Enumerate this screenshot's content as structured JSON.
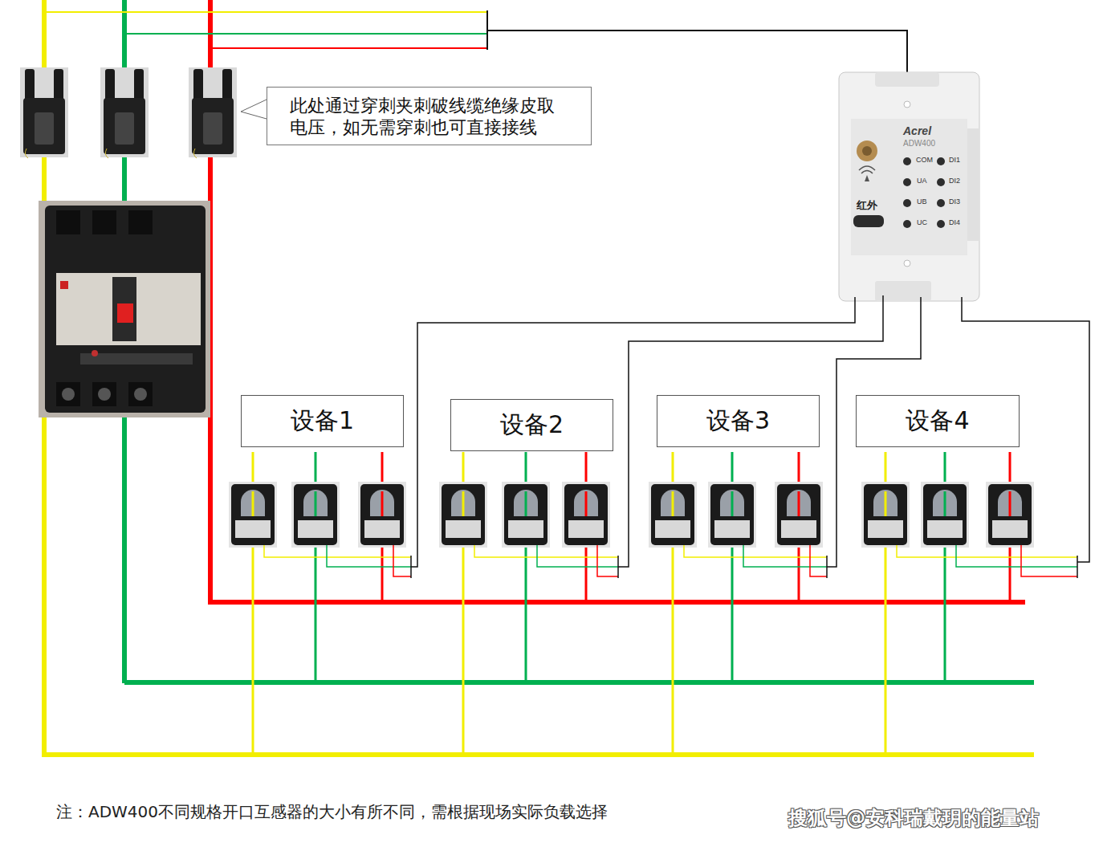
{
  "diagram": {
    "nodes": [
      {
        "text": [
          "此处通过穿刺夹刺破线缆绝缘皮取电压，如无需穿刺也可直接接线"
        ]
      },
      {
        "text": [
          "Acrel",
          "ADW400",
          "COM",
          "UA",
          "UB",
          "UC",
          "DI1",
          "DI2",
          "DI3",
          "DI4",
          "红外"
        ]
      },
      {
        "text": [
          "设备1"
        ]
      },
      {
        "text": [
          "设备2"
        ]
      },
      {
        "text": [
          "设备3"
        ]
      },
      {
        "text": [
          "设备4"
        ]
      }
    ],
    "labels": [
      "注：ADW400不同规格开口互感器的大小有所不同，需根据现场实际负载选择",
      "搜狐号@安科瑞戴玥的能量站"
    ]
  }
}
